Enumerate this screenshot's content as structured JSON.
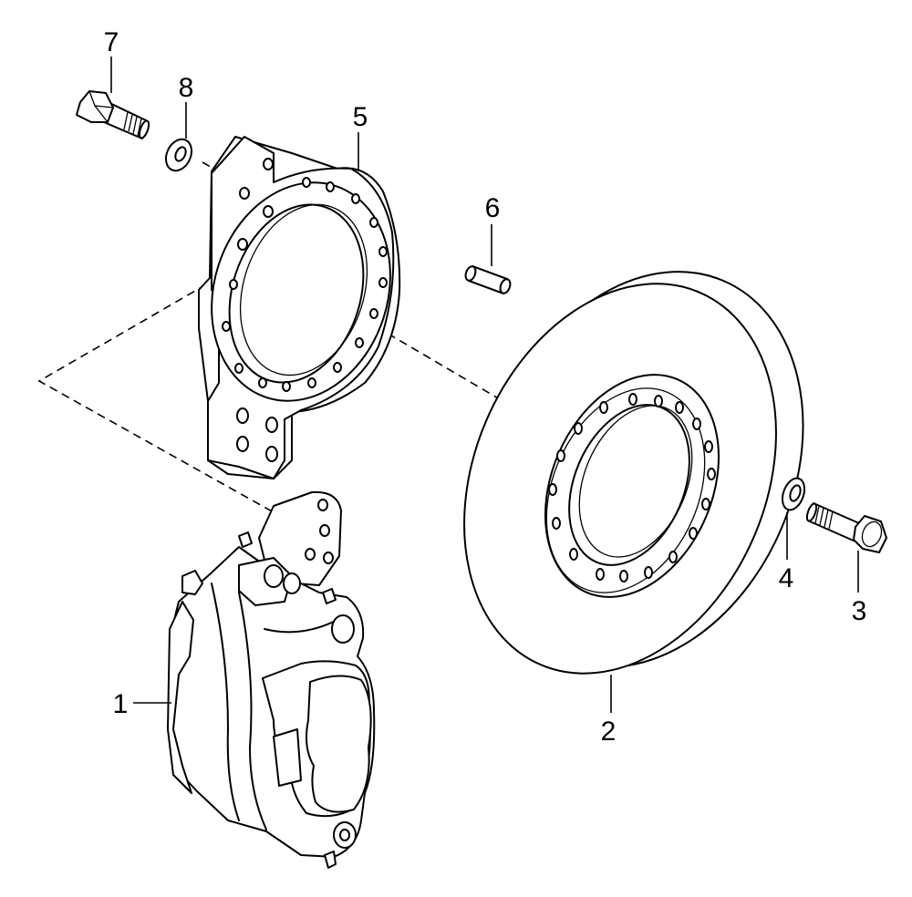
{
  "callouts": {
    "caliper": "1",
    "disc": "2",
    "bolt_right": "3",
    "washer_right": "4",
    "bracket": "5",
    "pin": "6",
    "bolt_left": "7",
    "washer_left": "8"
  }
}
